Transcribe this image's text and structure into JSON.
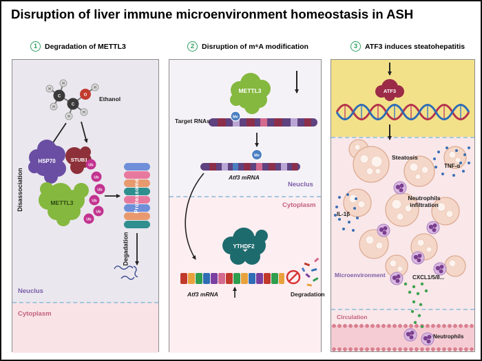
{
  "title": "Disruption of liver immune microenvironment homeostasis in ASH",
  "panel1": {
    "num": "1",
    "heading": "Degradation of METTL3",
    "ethanol_label": "Ethanol",
    "atom_c": "C",
    "atom_h": "H",
    "atom_o": "O",
    "hsp70": "HSP70",
    "stub1": "STUB1",
    "mettl3": "METTL3",
    "ub": "Ub",
    "disassociation": "Disassociation",
    "proteasome": "Proteasome",
    "degradation": "Degadation",
    "nucleus_label": "Neuclus",
    "cytoplasm_label": "Cytoplasm"
  },
  "panel2": {
    "num": "2",
    "heading": "Disruption of m⁶A modification",
    "mettl3": "METTL3",
    "me": "Me",
    "target_rnas": "Target RNAs",
    "atf3_mrna_nucleus": "Atf3 mRNA",
    "nucleus_label": "Neuclus",
    "cytoplasm_label": "Cytoplasm",
    "ythdf2": "YTHDF2",
    "atf3_mrna_cytoplasm": "Atf3 mRNA",
    "degradation": "Degradation"
  },
  "panel3": {
    "num": "3",
    "heading": "ATF3 induces steatohepatitis",
    "atf3": "ATF3",
    "steatosis": "Steatosis",
    "tnf_alpha": "TNF-α",
    "neutrophils_infiltration_line1": "Neutrophils",
    "neutrophils_infiltration_line2": "infiltration",
    "il_1beta": "IL-1β",
    "microenvironment": "Microenvironment",
    "cxcl": "CXCL1/5/8...",
    "circulation": "Circulation",
    "neutrophils": "Neutrophils"
  },
  "colors": {
    "mettl3_green": "#85b83f",
    "hsp70_purple": "#6a4ea3",
    "stub1_maroon": "#8e3039",
    "ub_magenta": "#c2338f",
    "ythdf2_teal": "#1e6b6e",
    "atf3_maroon": "#9c2b47",
    "me_blue": "#4a7fc1",
    "nucleus_label_purple": "#7b5ea7",
    "cytoplasm_label_pink": "#c2607a",
    "membrane_dash_blue": "#a4c6de",
    "panel1_bg": "#eae7ee",
    "panel3_yellow": "#f3e18a",
    "dna_red": "#b5344c",
    "dna_blue": "#2f6db5",
    "number_badge_green": "#2e9e60"
  }
}
